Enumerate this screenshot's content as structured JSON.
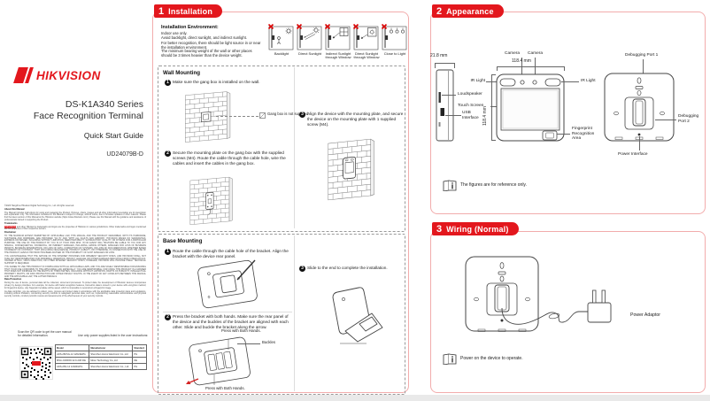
{
  "left": {
    "logo": "HIKVISION",
    "series": "DS-K1A340 Series",
    "name": "Face Recognition Terminal",
    "guide": "Quick Start Guide",
    "code": "UD24079B-D",
    "tm_red": "HIKVISION",
    "legal": [
      "©2023 Hangzhou Hikvision Digital Technology Co., Ltd. All rights reserved.",
      "About this Manual",
      "The Manual includes instructions for using and managing the Product. Pictures, charts, images and all other information hereinafter are for description and explanation only. The information contained in the Manual is subject to change, without notice, due to firmware updates or other reasons. Please find the latest version of this Manual at the Hikvision website (https://www.hikvision.com/). Please use this Manual with the guidance and assistance of professionals trained in supporting the Product.",
      "Trademarks",
      " and other Hikvision's trademarks and logos are the properties of Hikvision in various jurisdictions. Other trademarks and logos mentioned are the properties of their respective owners.",
      "Disclaimer",
      "TO THE MAXIMUM EXTENT PERMITTED BY APPLICABLE LAW, THIS MANUAL AND THE PRODUCT DESCRIBED, WITH ITS HARDWARE, SOFTWARE AND FIRMWARE, ARE PROVIDED \"AS IS\" AND \"WITH ALL FAULTS AND ERRORS\". HIKVISION MAKES NO WARRANTIES, EXPRESS OR IMPLIED, INCLUDING WITHOUT LIMITATION, MERCHANTABILITY, SATISFACTORY QUALITY, OR FITNESS FOR A PARTICULAR PURPOSE. THE USE OF THE PRODUCT BY YOU IS AT YOUR OWN RISK. IN NO EVENT WILL HIKVISION BE LIABLE TO YOU FOR ANY SPECIAL, CONSEQUENTIAL, INCIDENTAL, OR INDIRECT DAMAGES, INCLUDING, AMONG OTHERS, DAMAGES FOR LOSS OF BUSINESS PROFITS, BUSINESS INTERRUPTION, OR LOSS OF DATA, CORRUPTION OF SYSTEMS, OR LOSS OF DOCUMENTATION, WHETHER BASED ON BREACH OF CONTRACT, TORT (INCLUDING NEGLIGENCE), PRODUCT LIABILITY, OR OTHERWISE, IN CONNECTION WITH THE USE OF THE PRODUCT, EVEN IF HIKVISION HAS BEEN ADVISED OF THE POSSIBILITY OF SUCH DAMAGES OR LOSS.",
      "YOU ACKNOWLEDGE THAT THE NATURE OF THE INTERNET PROVIDES FOR INHERENT SECURITY RISKS, AND HIKVISION SHALL NOT TAKE ANY RESPONSIBILITIES FOR ABNORMAL OPERATION, PRIVACY LEAKAGE OR OTHER DAMAGES RESULTING FROM CYBER-ATTACK, HACKER ATTACK, VIRUS INFECTION, OR OTHER INTERNET SECURITY RISKS; HOWEVER, HIKVISION WILL PROVIDE TIMELY TECHNICAL SUPPORT IF REQUIRED.",
      "YOU AGREE TO USE THIS PRODUCT IN COMPLIANCE WITH ALL APPLICABLE LAWS, AND YOU ARE SOLELY RESPONSIBLE FOR ENSURING THAT YOUR USE CONFORMS TO THE APPLICABLE LAW. ESPECIALLY, YOU ARE RESPONSIBLE, FOR USING THIS PRODUCT IN A MANNER THAT DOES NOT INFRINGE ON THE RIGHTS OF THIRD PARTIES, INCLUDING WITHOUT LIMITATION, RIGHTS OF PUBLICITY, INTELLECTUAL PROPERTY RIGHTS, OR DATA PROTECTION AND OTHER PRIVACY RIGHTS. IN THE EVENT OF ANY CONFLICTS BETWEEN THIS MANUAL AND THE APPLICABLE LAW, THE LATTER PREVAILS.",
      "Data Protection",
      "During the use of device, personal data will be collected, stored and processed. To protect data, the development of Hikvision devices incorporates privacy by design principles. For example, for device with facial recognition features, biometrics data is stored in your device with encryption method; for fingerprint device, only fingerprint template will be saved, which is impossible to reconstruct a fingerprint image.",
      "As data controller, you are advised to collect, store, process and protect data in accordance with the applicable data protection laws and regulations, including without limitation, conducting security controls to safeguard personal data, such as, implementing reasonable administrative and physical security controls, conduct periodic reviews and assessments of the effectiveness of your security controls."
    ],
    "qr_caption": "Scan the QR code to get the user manual for detailed information.",
    "psu_note": "Use only power supplies listed in the user instructions:",
    "table": {
      "headers": [
        "Model",
        "Manufacturer",
        "Standard"
      ],
      "rows": [
        [
          "ADS-26FSG-12 12024EPG",
          "Shenzhen Honor Electronic Co.,Ltd",
          "PG"
        ],
        [
          "MSA-C2000IC12.0-24P-DE",
          "Moso Technology Co.,Ltd",
          "DE"
        ],
        [
          "ADS-26S-12 12024GPG",
          "Shenzhen Honor Electronic Co., Ltd",
          "PG"
        ]
      ]
    }
  },
  "s1": {
    "num": "1",
    "title": "Installation",
    "env": {
      "heading": "Installation  Environment:",
      "lines": [
        "Indoor use only.",
        "Avoid backlight, direct sunlight, and indirect sunlight.",
        "For better recognition, there should be light source in or near the installation environment.",
        "The minimum bearing weight of the wall or other places should be 3 times heavier than the device weight."
      ],
      "icons": [
        {
          "label": "Backlight"
        },
        {
          "label": "Direct Sunlight"
        },
        {
          "label": "Indirect Sunlight through Window"
        },
        {
          "label": "Direct Sunlight through Window"
        },
        {
          "label": "Close to Light"
        }
      ]
    },
    "wall": {
      "heading": "Wall  Mounting",
      "steps": [
        {
          "num": "1",
          "text": "Make sure the gang box is installed on the wall."
        },
        {
          "num": "2",
          "text": "Secure the mounting plate on the gang box with the supplied screws (M4). Route the cable through the cable hole, wire the cables and insert the cables in the gang box."
        },
        {
          "num": "3",
          "text": "Align the device with the mounting plate, and secure the device on the mounting plate with 1 supplied screw (M4)."
        }
      ],
      "note": "Gang box is not supplied."
    },
    "base": {
      "heading": "Base  Mounting",
      "steps": [
        {
          "num": "1",
          "text": "Route the cable through the cable hole of the bracket. Align the bracket with the device rear panel."
        },
        {
          "num": "2",
          "text": "Press the bracket with both hands. Make sure the rear panel of the device and the buckles of the bracket are aligned with each other. Slide and buckle the bracket along the arrow."
        },
        {
          "num": "3",
          "text": "Slide to the end to complete the installation."
        }
      ],
      "press_top": "Press with Both Hands.",
      "buckles": "Buckles",
      "press_bottom": "Press with Both Hands."
    }
  },
  "s2": {
    "num": "2",
    "title": "Appearance",
    "labels": {
      "side_dim": "21.8 mm",
      "front_w": "118.4 mm",
      "front_h": "118.4 mm",
      "camera1": "Camera",
      "camera2": "Camera",
      "ir_left": "IR Light",
      "ir_right": "IR Light",
      "loudspeaker": "Loudspeaker",
      "touch": "Touch Screen",
      "usb": "USB Interface",
      "fingerprint": "Fingerprint Recognition Area",
      "dp1": "Debugging Port 1",
      "dp2": "Debugging Port 2",
      "power": "Power Interface"
    },
    "note": "The figures are for reference only."
  },
  "s3": {
    "num": "3",
    "title": "Wiring  (Normal)",
    "adaptor": "Power Adaptor",
    "note": "Power on the device to operate."
  }
}
